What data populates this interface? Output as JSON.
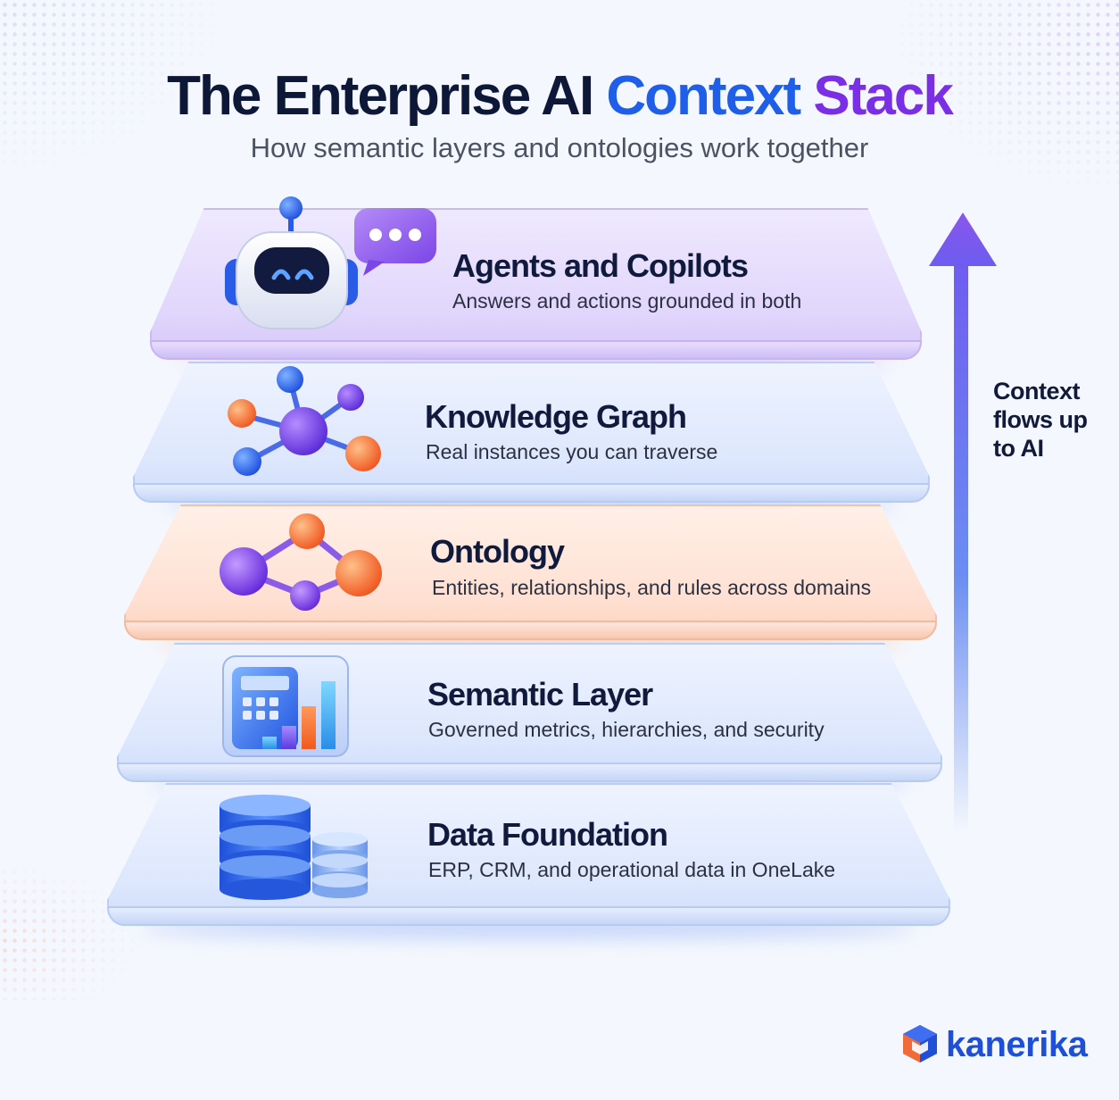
{
  "title": {
    "part1": "The Enterprise AI",
    "part2": "Context",
    "part3": "Stack"
  },
  "subtitle": "How semantic layers and ontologies work together",
  "layers": [
    {
      "heading": "Agents and Copilots",
      "description": "Answers and actions grounded in both",
      "icon": "robot-chat-icon",
      "color": "#d9ccfb"
    },
    {
      "heading": "Knowledge Graph",
      "description": "Real instances you can traverse",
      "icon": "knowledge-graph-icon",
      "color": "#d6e2fc"
    },
    {
      "heading": "Ontology",
      "description": "Entities, relationships, and rules across domains",
      "icon": "ontology-molecule-icon",
      "color": "#ffd9c8"
    },
    {
      "heading": "Semantic Layer",
      "description": "Governed metrics, hierarchies, and security",
      "icon": "calculator-chart-icon",
      "color": "#d6e2fc"
    },
    {
      "heading": "Data Foundation",
      "description": "ERP, CRM, and operational data in OneLake",
      "icon": "database-icon",
      "color": "#d6e2fc"
    }
  ],
  "arrow": {
    "label_lines": [
      "Context",
      "flows up",
      "to AI"
    ]
  },
  "brand": {
    "name": "kanerika",
    "logo_icon": "kanerika-cube-logo"
  },
  "colors": {
    "title_dark": "#0d1838",
    "title_blue": "#1f5ee8",
    "title_purple": "#7a2fe6",
    "brand_blue": "#1f4fd6"
  }
}
